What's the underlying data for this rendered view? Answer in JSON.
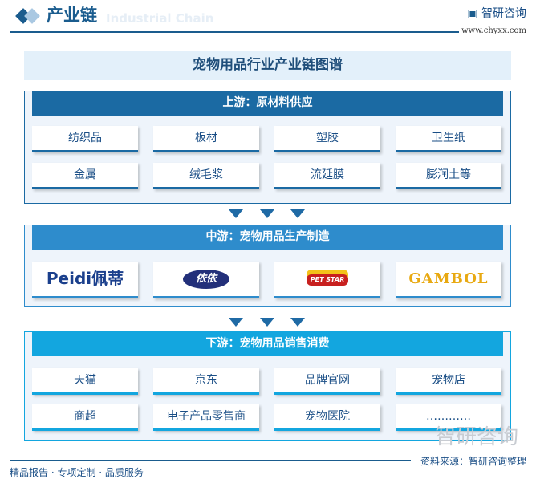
{
  "header": {
    "title": "产业链",
    "subtitle_watermark": "Industrial Chain",
    "brand": "智研咨询",
    "url": "www.chyxx.com"
  },
  "banner": "宠物用品行业产业链图谱",
  "upstream": {
    "title": "上游：原材料供应",
    "items": [
      "纺织品",
      "板材",
      "塑胶",
      "卫生纸",
      "金属",
      "绒毛浆",
      "流延膜",
      "膨润土等"
    ]
  },
  "midstream": {
    "title": "中游：宠物用品生产制造",
    "logos": [
      "Peidi佩蒂",
      "依依",
      "PET STAR",
      "GAMBOL"
    ]
  },
  "downstream": {
    "title": "下游：宠物用品销售消费",
    "items": [
      "天猫",
      "京东",
      "品牌官网",
      "宠物店",
      "商超",
      "电子产品零售商",
      "宠物医院",
      "…………"
    ]
  },
  "footer": {
    "left": "精品报告 · 专项定制 · 品质服务",
    "source": "资料来源：智研咨询整理",
    "watermark": "智研咨询"
  },
  "colors": {
    "upstream": "#1b6aa3",
    "midstream": "#2e8ccc",
    "downstream": "#13a6df"
  }
}
